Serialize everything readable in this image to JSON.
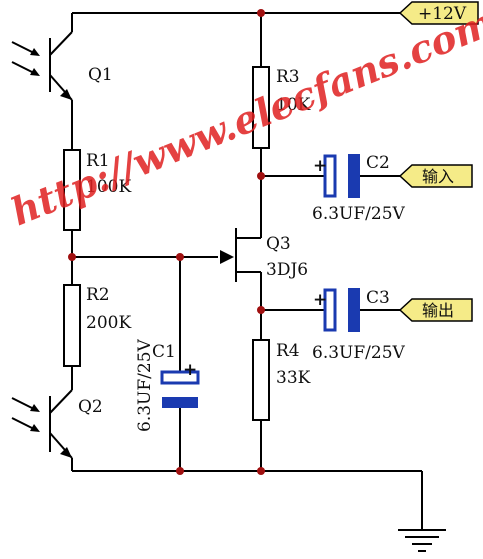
{
  "watermark": "http://www.elecfans.com",
  "components": {
    "q1": "Q1",
    "q2": "Q2",
    "q3": "Q3",
    "q3_type": "3DJ6",
    "r1": "R1",
    "r1_value": "100K",
    "r2": "R2",
    "r2_value": "200K",
    "r3": "R3",
    "r3_value": "10K",
    "r4": "R4",
    "r4_value": "33K",
    "c1": "C1",
    "c1_value": "6.3UF/25V",
    "c2": "C2",
    "c2_value": "6.3UF/25V",
    "c3": "C3",
    "c3_value": "6.3UF/25V",
    "plus_sign": "+"
  },
  "terminals": {
    "supply": "+12V",
    "input": "输入",
    "output": "输出"
  },
  "colors": {
    "wire": "#000000",
    "capacitor": "#1a3ab0",
    "terminal_fill": "#f5eb88",
    "junction": "#a01010",
    "watermark": "#e02020"
  }
}
